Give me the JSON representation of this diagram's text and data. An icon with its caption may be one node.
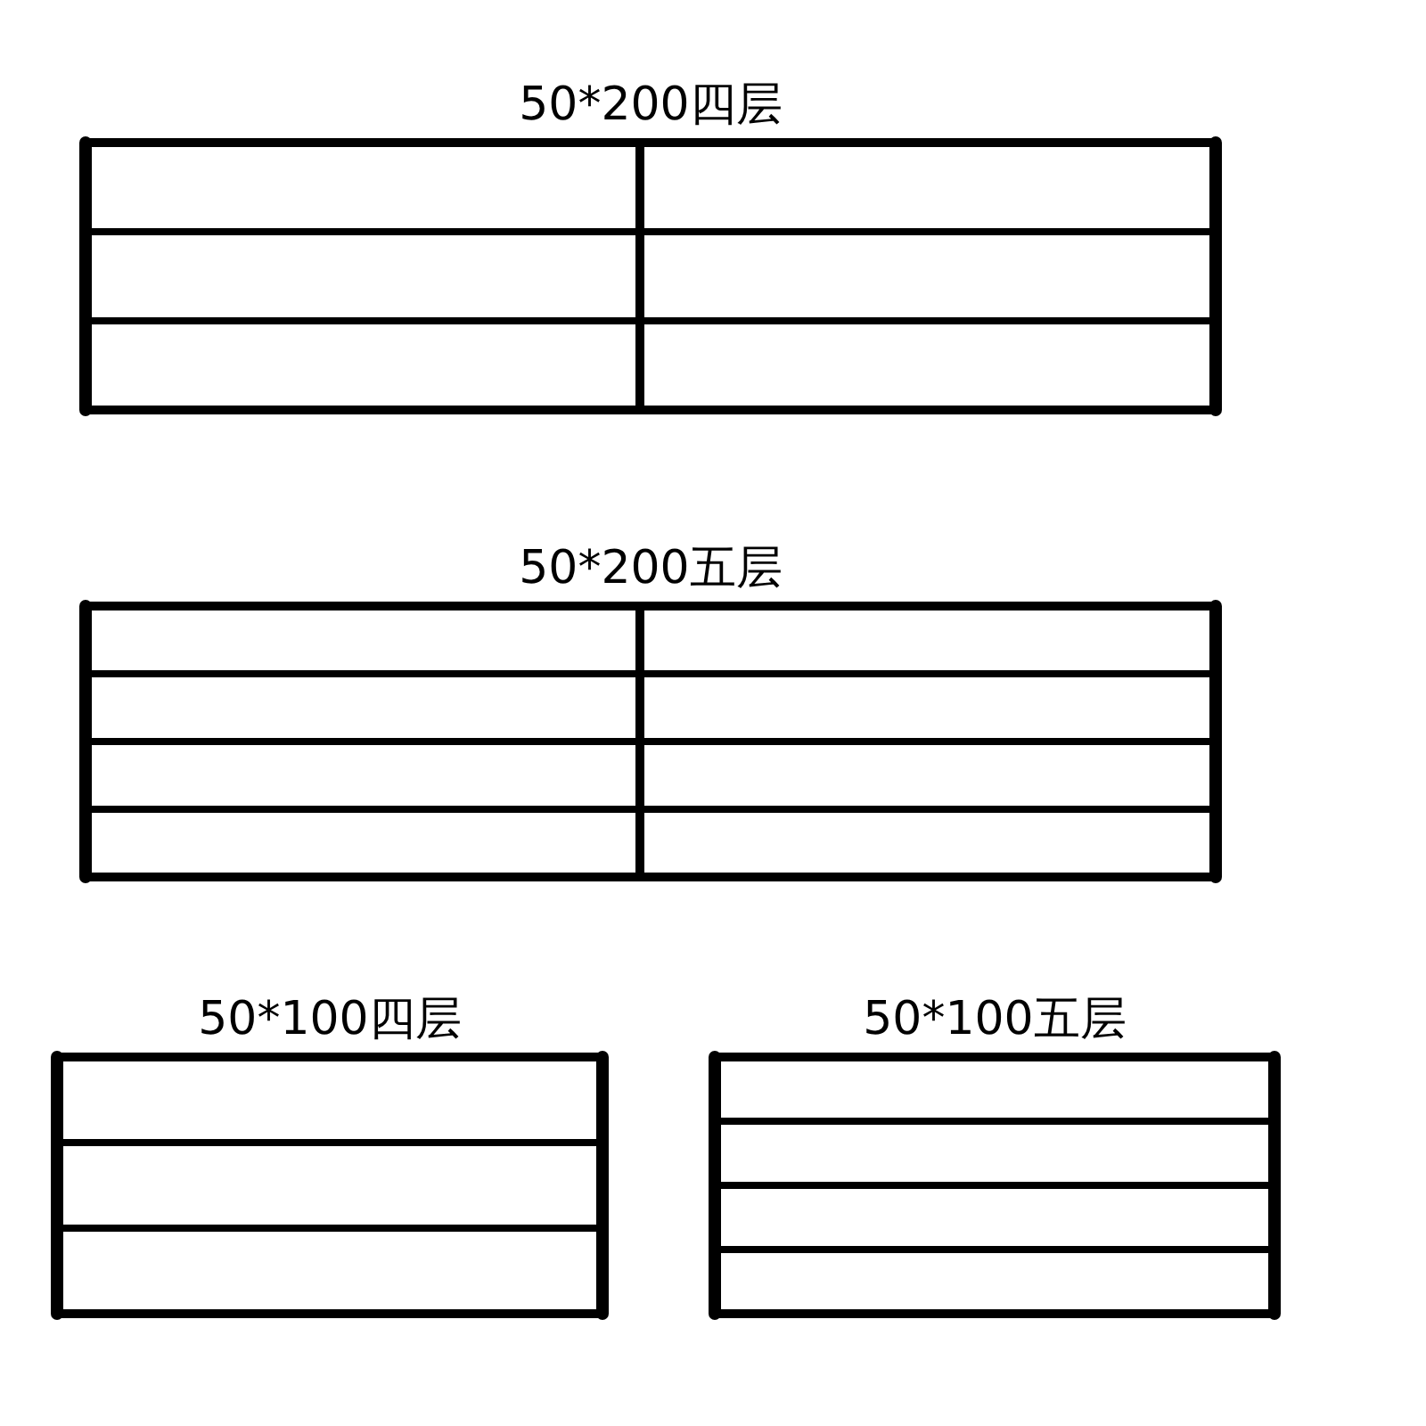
{
  "diagram": {
    "nodes": [
      {
        "text": [
          "50*200四层"
        ]
      },
      {
        "text": [
          "50*200五层"
        ]
      },
      {
        "text": [
          "50*100四层"
        ]
      },
      {
        "text": [
          "50*100五层"
        ]
      }
    ]
  }
}
